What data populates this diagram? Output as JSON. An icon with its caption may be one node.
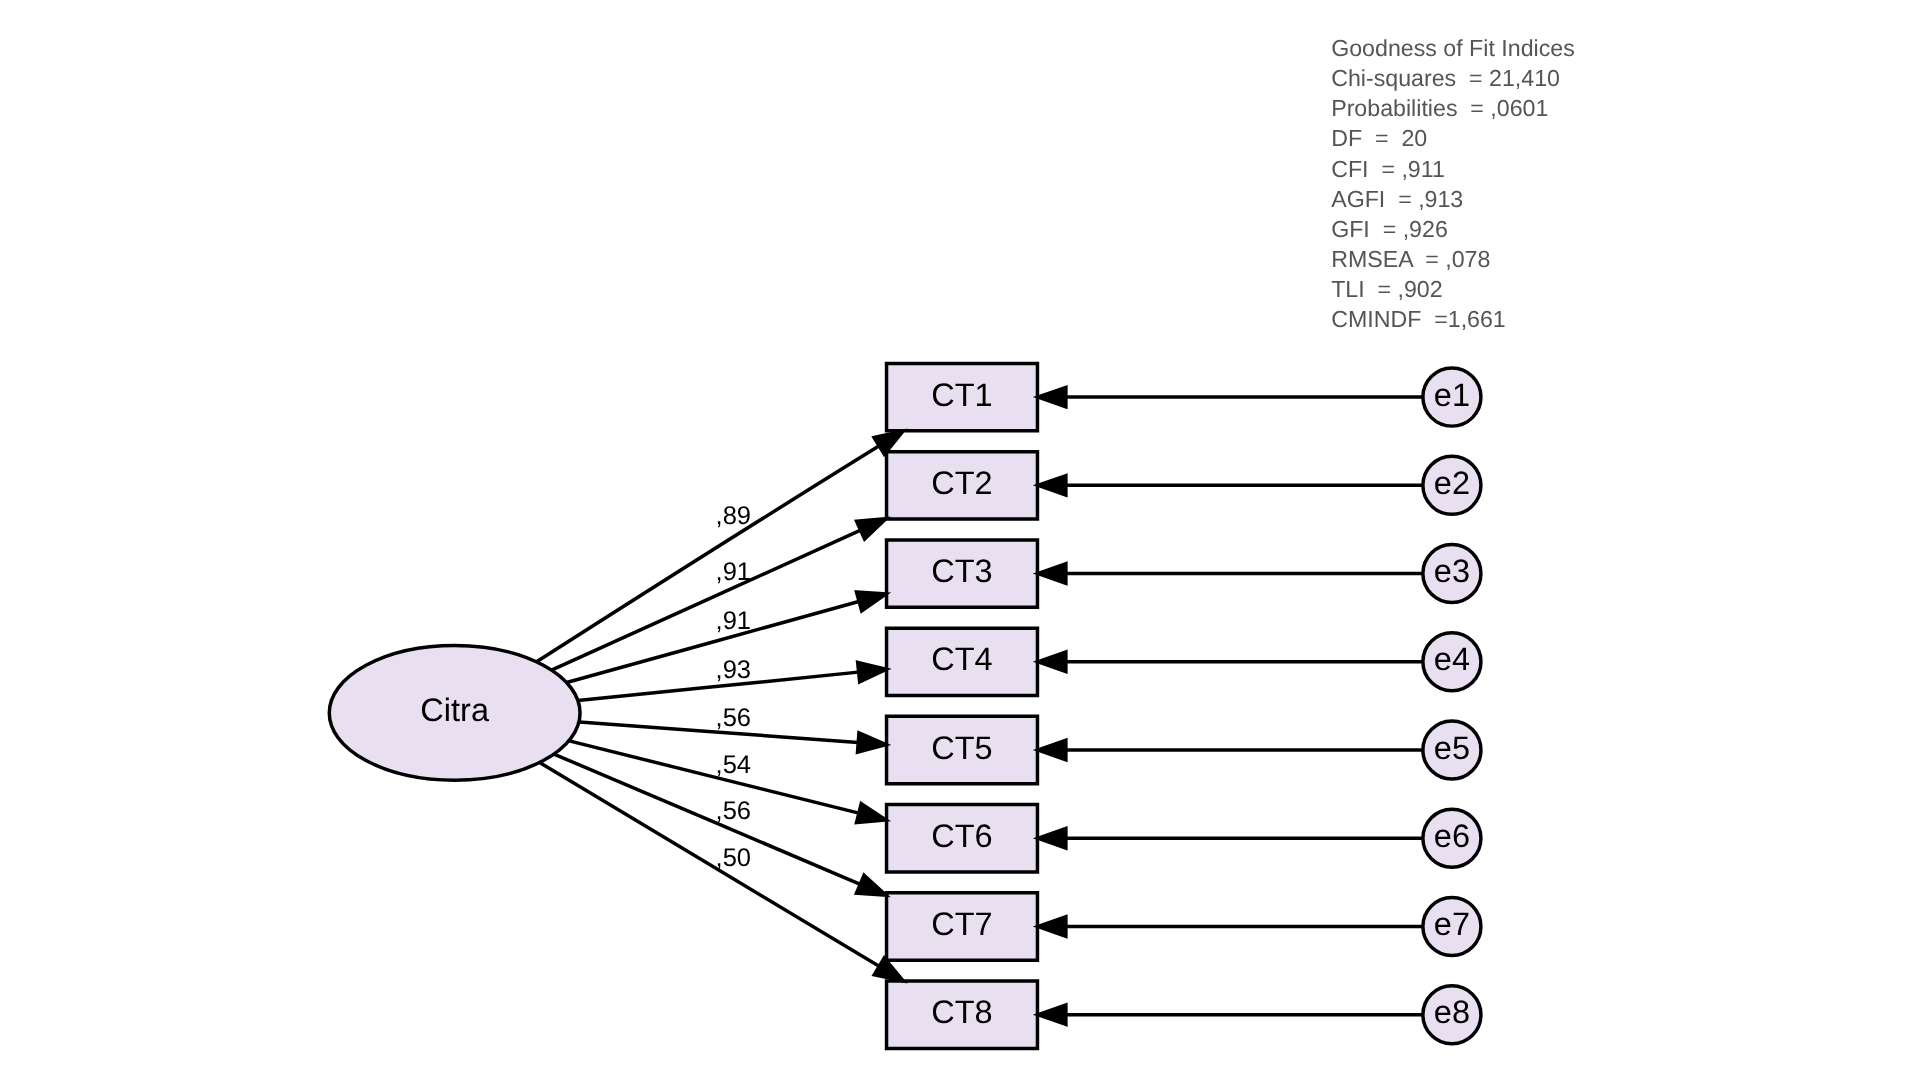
{
  "diagram": {
    "nodes": [
      {
        "text": [
          "Citra"
        ]
      },
      {
        "text": [
          "CT1"
        ]
      },
      {
        "text": [
          "CT2"
        ]
      },
      {
        "text": [
          "CT3"
        ]
      },
      {
        "text": [
          "CT4"
        ]
      },
      {
        "text": [
          "CT5"
        ]
      },
      {
        "text": [
          "CT6"
        ]
      },
      {
        "text": [
          "CT7"
        ]
      },
      {
        "text": [
          "CT8"
        ]
      },
      {
        "text": [
          "e1"
        ]
      },
      {
        "text": [
          "e2"
        ]
      },
      {
        "text": [
          "e3"
        ]
      },
      {
        "text": [
          "e4"
        ]
      },
      {
        "text": [
          "e5"
        ]
      },
      {
        "text": [
          "e6"
        ]
      },
      {
        "text": [
          "e7"
        ]
      },
      {
        "text": [
          "e8"
        ]
      }
    ],
    "edges": [
      {
        "from": 0,
        "to": 1,
        "arrow": "to",
        "label": ",89"
      },
      {
        "from": 0,
        "to": 2,
        "arrow": "to",
        "label": ",91"
      },
      {
        "from": 0,
        "to": 3,
        "arrow": "to",
        "label": ",91"
      },
      {
        "from": 0,
        "to": 4,
        "arrow": "to",
        "label": ",93"
      },
      {
        "from": 0,
        "to": 5,
        "arrow": "to",
        "label": ",56"
      },
      {
        "from": 0,
        "to": 6,
        "arrow": "to",
        "label": ",54"
      },
      {
        "from": 0,
        "to": 7,
        "arrow": "to",
        "label": ",56"
      },
      {
        "from": 0,
        "to": 8,
        "arrow": "to",
        "label": ",50"
      },
      {
        "from": 9,
        "to": 1,
        "arrow": "to"
      },
      {
        "from": 10,
        "to": 2,
        "arrow": "to"
      },
      {
        "from": 11,
        "to": 3,
        "arrow": "to"
      },
      {
        "from": 12,
        "to": 4,
        "arrow": "to"
      },
      {
        "from": 13,
        "to": 5,
        "arrow": "to"
      },
      {
        "from": 14,
        "to": 6,
        "arrow": "to"
      },
      {
        "from": 15,
        "to": 7,
        "arrow": "to"
      },
      {
        "from": 16,
        "to": 8,
        "arrow": "to"
      }
    ],
    "labels": [
      "Goodness of Fit Indices",
      "Chi-squares  = 21,410",
      "Probabilities  = ,0601",
      "DF  =  20",
      "CFI  = ,911",
      "AGFI  = ,913",
      "GFI  = ,926",
      "RMSEA  = ,078",
      "TLI  = ,902",
      "CMINDF  =1,661"
    ]
  }
}
